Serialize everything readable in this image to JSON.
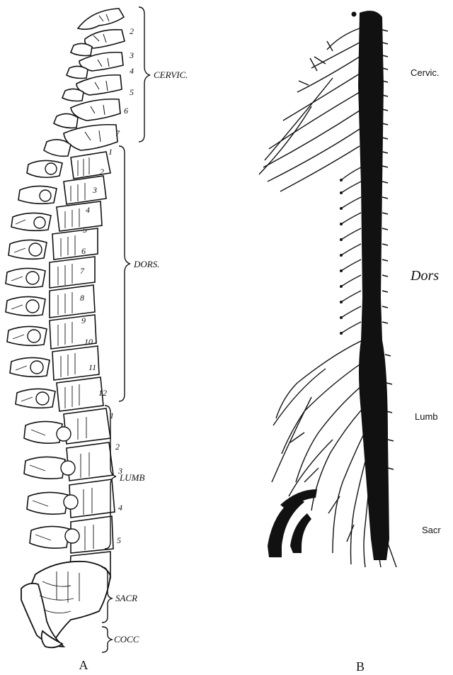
{
  "figure_a": {
    "caption": "A",
    "regions": [
      {
        "name": "CERVIC.",
        "vertebrae": [
          "2",
          "3",
          "4",
          "5",
          "6",
          "7"
        ]
      },
      {
        "name": "DORS.",
        "vertebrae": [
          "1",
          "2",
          "3",
          "4",
          "5",
          "6",
          "7",
          "8",
          "9",
          "10",
          "11",
          "12"
        ]
      },
      {
        "name": "LUMB",
        "vertebrae": [
          "1",
          "2",
          "3",
          "4",
          "5"
        ]
      },
      {
        "name": "SACR",
        "vertebrae": []
      },
      {
        "name": "COCC",
        "vertebrae": []
      }
    ]
  },
  "figure_b": {
    "caption": "B",
    "regions": [
      "Cervic.",
      "Dors",
      "Lumb",
      "Sacr"
    ]
  }
}
